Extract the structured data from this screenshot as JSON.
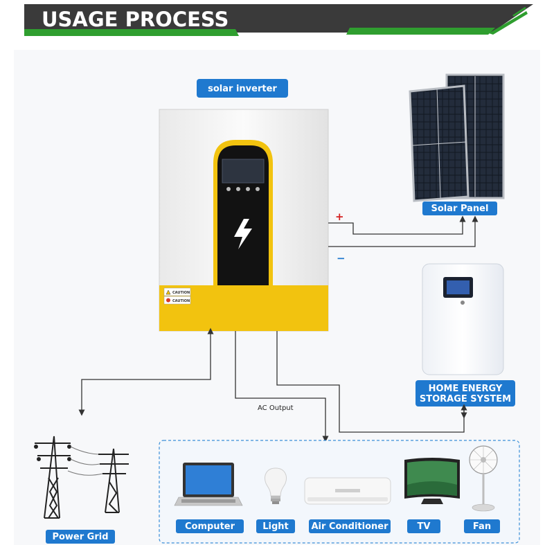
{
  "header": {
    "title": "USAGE PROCESS"
  },
  "inverter": {
    "label": "solar inverter",
    "caution_1": "CAUTION",
    "caution_2": "CAUTION"
  },
  "solar_panel": {
    "label": "Solar Panel",
    "plus": "+",
    "minus": "−"
  },
  "storage": {
    "label_line1": "HOME ENERGY",
    "label_line2": "STORAGE SYSTEM"
  },
  "ac_output": {
    "label": "AC Output"
  },
  "grid": {
    "label": "Power Grid"
  },
  "appliances": [
    {
      "label": "Computer"
    },
    {
      "label": "Light"
    },
    {
      "label": "Air Conditioner"
    },
    {
      "label": "TV"
    },
    {
      "label": "Fan"
    }
  ],
  "colors": {
    "accent_green": "#2f9e2f",
    "header_dark": "#3a3a3a",
    "label_blue": "#1f79cf",
    "inverter_yellow": "#f2c30f"
  }
}
